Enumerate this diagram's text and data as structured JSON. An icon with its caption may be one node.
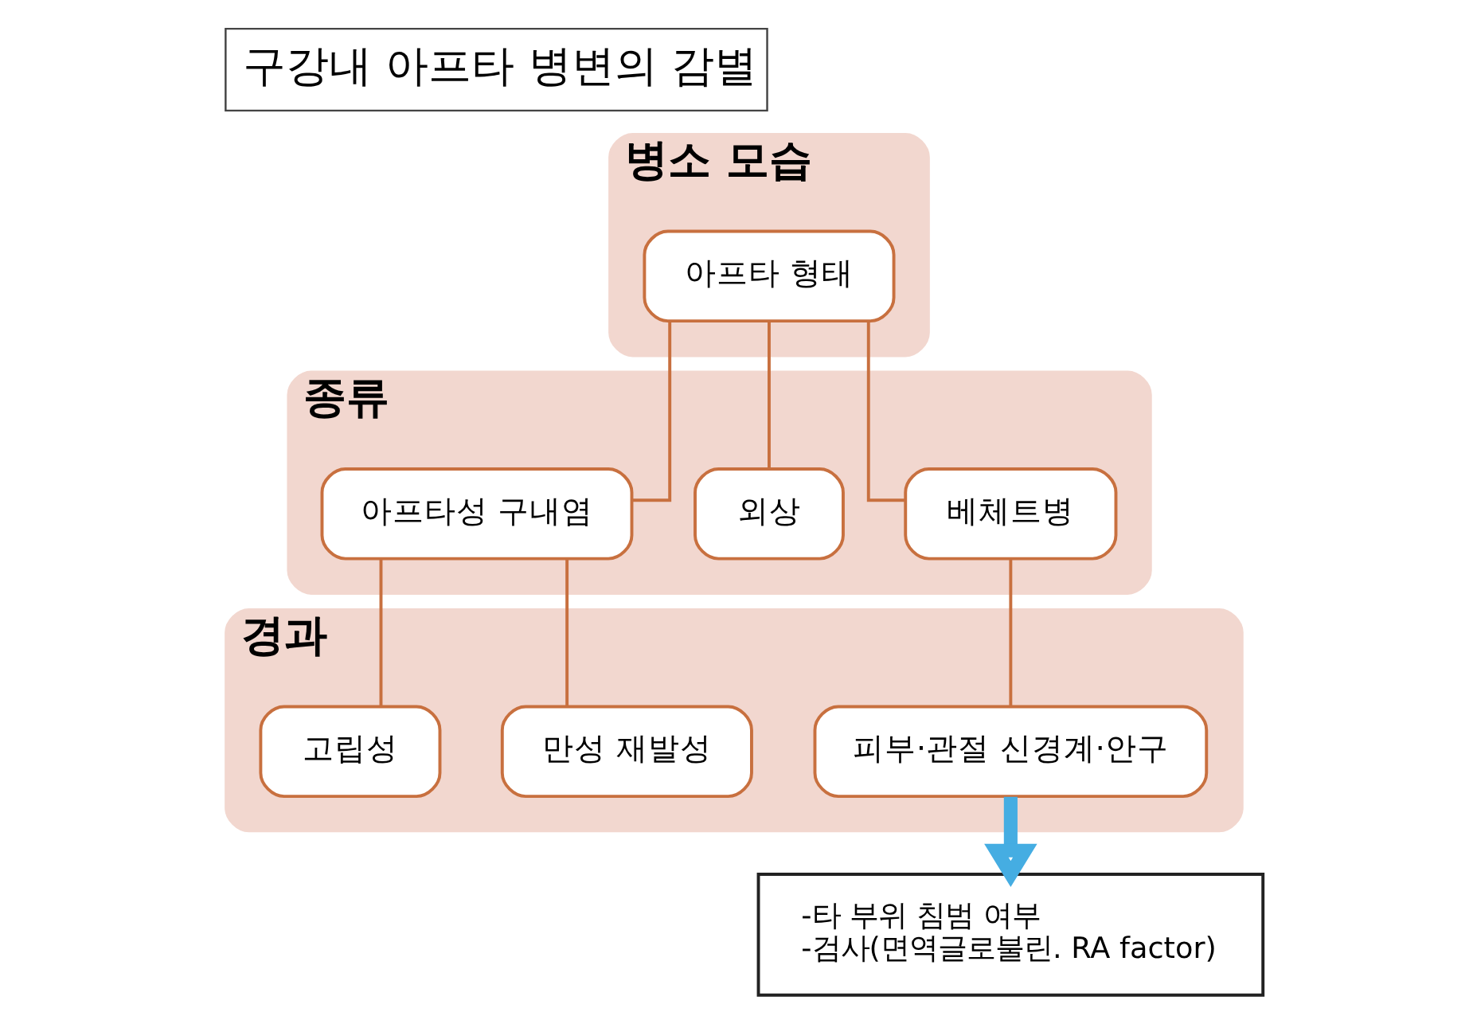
{
  "diagram": {
    "title": "구강내 아프타 병변의 감별",
    "nodes": [
      {
        "text": [
          "병소 모습"
        ]
      },
      {
        "text": [
          "아프타 형태"
        ],
        "in": 0
      },
      {
        "text": [
          "종류"
        ]
      },
      {
        "text": [
          "아프타성 구내염"
        ],
        "in": 2
      },
      {
        "text": [
          "외상"
        ],
        "in": 2
      },
      {
        "text": [
          "베체트병"
        ],
        "in": 2
      },
      {
        "text": [
          "경과"
        ]
      },
      {
        "text": [
          "고립성"
        ],
        "in": 6
      },
      {
        "text": [
          "만성 재발성"
        ],
        "in": 6
      },
      {
        "text": [
          "피부·관절 신경계·안구"
        ],
        "in": 6
      },
      {
        "text": [
          "-타 부위 침범 여부",
          "-검사(면역글로불린. RA factor)"
        ]
      }
    ],
    "edges": [
      {
        "from": 1,
        "to": 3,
        "arrow": "none"
      },
      {
        "from": 1,
        "to": 4,
        "arrow": "none"
      },
      {
        "from": 1,
        "to": 5,
        "arrow": "none"
      },
      {
        "from": 3,
        "to": 7,
        "arrow": "none"
      },
      {
        "from": 3,
        "to": 8,
        "arrow": "none"
      },
      {
        "from": 5,
        "to": 9,
        "arrow": "none"
      },
      {
        "from": 9,
        "to": 10,
        "arrow": "to",
        "style": "thick",
        "color": "#45ade2"
      }
    ]
  }
}
